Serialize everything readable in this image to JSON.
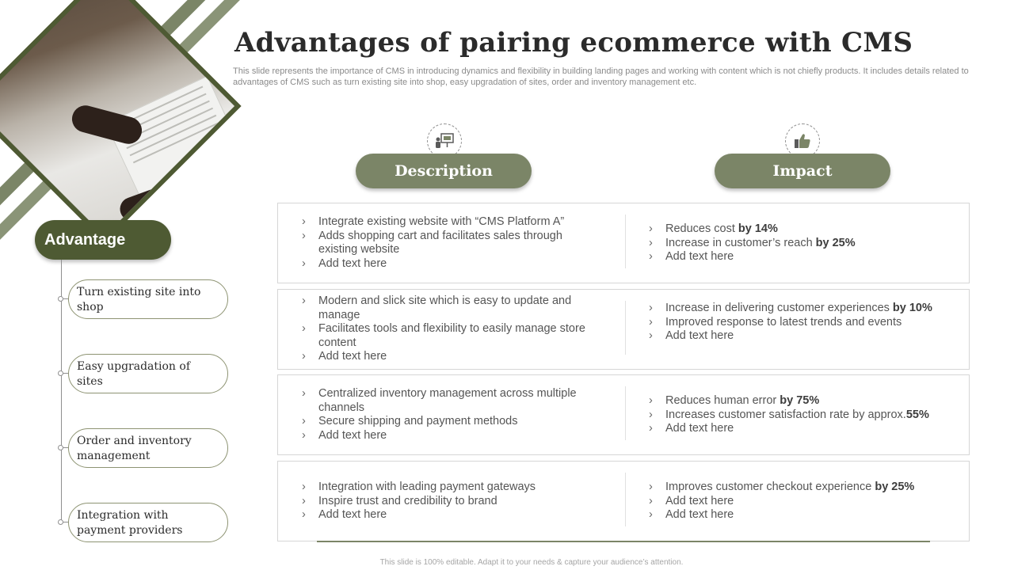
{
  "title": "Advantages of pairing ecommerce with CMS",
  "subtitle": "This slide represents the importance of CMS in introducing dynamics and flexibility in building landing pages and working with content which is not chiefly products. It includes details related to advantages of CMS such as turn existing site into shop, easy upgradation of sites, order and inventory management etc.",
  "advantage_label": "Advantage",
  "advantages": [
    {
      "label": "Turn existing site into shop"
    },
    {
      "label": "Easy upgradation of sites"
    },
    {
      "label": "Order and inventory management"
    },
    {
      "label": "Integration with payment providers"
    }
  ],
  "columns": {
    "description": {
      "label": "Description",
      "icon": "presentation-icon"
    },
    "impact": {
      "label": "Impact",
      "icon": "thumbs-up-icon"
    }
  },
  "rows": [
    {
      "description": [
        "Integrate existing website with “CMS Platform A”",
        "Adds shopping cart and facilitates sales through existing website",
        "Add text here"
      ],
      "impact": [
        {
          "text": "Reduces cost ",
          "bold": "by 14%"
        },
        {
          "text": "Increase in customer’s reach ",
          "bold": "by 25%"
        },
        {
          "text": "Add text here",
          "bold": ""
        }
      ]
    },
    {
      "description": [
        "Modern and slick site which is easy to update and manage",
        "Facilitates tools and flexibility to easily manage store content",
        "Add text here"
      ],
      "impact": [
        {
          "text": "Increase in delivering customer experiences ",
          "bold": "by 10%"
        },
        {
          "text": "Improved response to latest trends and events",
          "bold": ""
        },
        {
          "text": "Add text here",
          "bold": ""
        }
      ]
    },
    {
      "description": [
        "Centralized inventory management across multiple channels",
        "Secure shipping and payment methods",
        "Add text here"
      ],
      "impact": [
        {
          "text": "Reduces human error ",
          "bold": "by 75%"
        },
        {
          "text": "Increases customer satisfaction rate by approx.",
          "bold": "55%"
        },
        {
          "text": "Add text here",
          "bold": ""
        }
      ]
    },
    {
      "description": [
        "Integration with leading payment gateways",
        "Inspire trust and credibility to brand",
        "Add text here"
      ],
      "impact": [
        {
          "text": "Improves customer checkout experience ",
          "bold": "by 25%"
        },
        {
          "text": "Add text here",
          "bold": ""
        },
        {
          "text": "Add text here",
          "bold": ""
        }
      ]
    }
  ],
  "footer": "This slide is 100% editable. Adapt it to your needs & capture your audience’s attention.",
  "colors": {
    "accent_dark": "#4e5a33",
    "accent": "#7b8567"
  }
}
